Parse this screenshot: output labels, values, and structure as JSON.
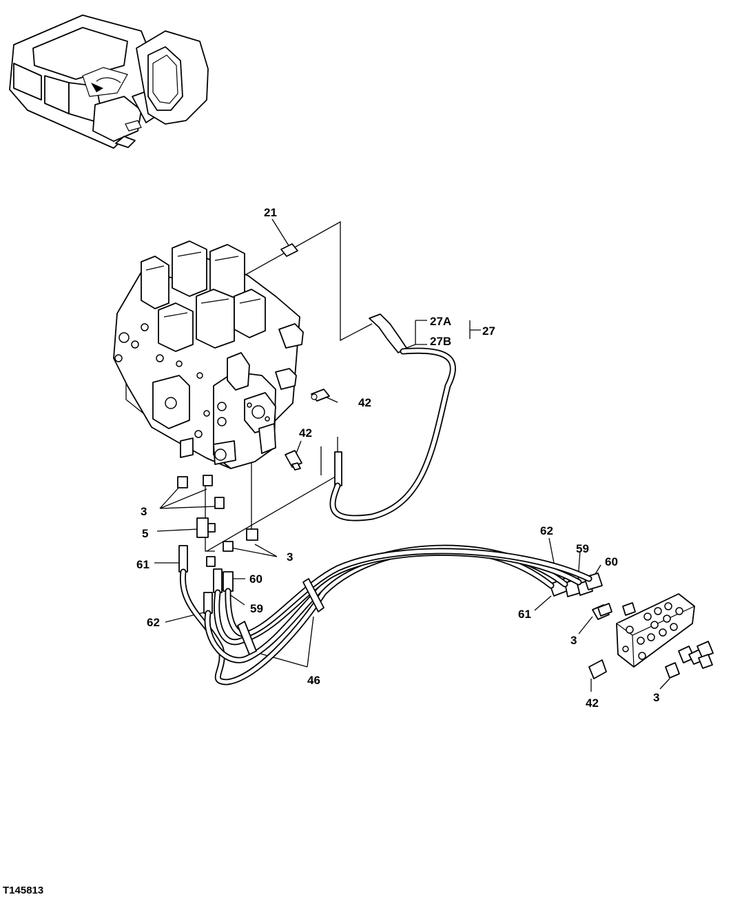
{
  "figure_id": "T145813",
  "callouts": {
    "c21": "21",
    "c27a": "27A",
    "c27b": "27B",
    "c27": "27",
    "c42_top": "42",
    "c42_mid": "42",
    "c42_bottom": "42",
    "c3_left": "3",
    "c3_center": "3",
    "c3_right_upper": "3",
    "c3_right_lower": "3",
    "c5": "5",
    "c61_left": "61",
    "c61_right": "61",
    "c62_left": "62",
    "c62_right": "62",
    "c60_left": "60",
    "c60_right": "60",
    "c59_left": "59",
    "c59_right": "59",
    "c46": "46"
  }
}
